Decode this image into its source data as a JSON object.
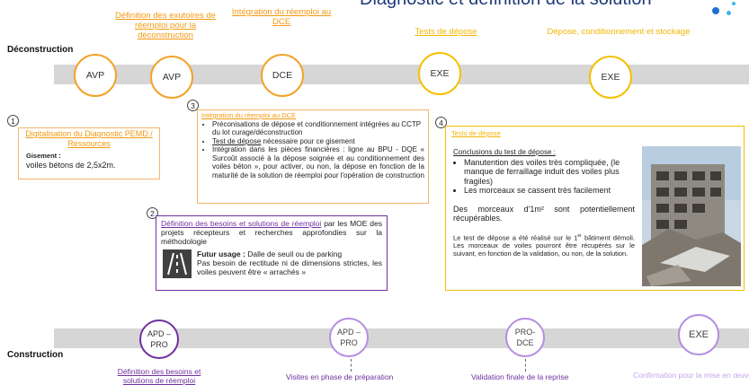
{
  "page": {
    "title": "Diagnostic et définition de la solution",
    "colors": {
      "orange": "#f29a10",
      "yellow": "#f5c000",
      "purple": "#7030a0",
      "band": "#d6d6d6"
    }
  },
  "rows": {
    "deconstruction": "Déconstruction",
    "construction": "Construction"
  },
  "top": {
    "milestones": [
      {
        "label": "AVP"
      },
      {
        "label": "AVP"
      },
      {
        "label": "DCE"
      },
      {
        "label": "EXE"
      },
      {
        "label": "EXE"
      }
    ],
    "captions": {
      "exutoires": "Définition des exutoires de réemploi pour la déconstruction",
      "integration": "Intégration du réemploi au DCE",
      "tests": "Tests de dépose",
      "depose": "Dépose, conditionnement et stockage"
    }
  },
  "bottom": {
    "milestones": [
      {
        "label": "APD – PRO"
      },
      {
        "label": "APD – PRO"
      },
      {
        "label": "PRO- DCE"
      },
      {
        "label": "EXE"
      }
    ],
    "captions": {
      "besoins": "Définition des besoins et solutions de réemploi",
      "visites": "Visites en phase de préparation",
      "validation": "Validation finale de la reprise",
      "confirmation": "Confirmation pour la mise en œuvre"
    }
  },
  "callouts": {
    "c1": {
      "number": "1",
      "title": "Digitalisation du Diagnostic PEMD / Ressources",
      "gisement_label": "Gisement :",
      "gisement_value": "voiles bétons de 2,5x2m."
    },
    "c2": {
      "number": "2",
      "link": "Définition des besoins et solutions de réemploi",
      "text": " par les MOE des projets récepteurs et recherches approfondies sur la méthodologie",
      "futur_label": "Futur usage :",
      "futur_value": " Dalle de seuil ou de parking",
      "detail": "Pas besoin de rectitude ni de dimensions strictes, les voiles peuvent être « arrachés »"
    },
    "c3": {
      "number": "3",
      "title": "Intégration du réemploi au DCE",
      "b1": "Préconisations de dépose et conditionnement intégrées au CCTP du lot curage/déconstruction",
      "b2_u": "Test de dépose",
      "b2": " nécessaire pour ce gisement",
      "b3": "Intégration dans les pièces financières : ligne au BPU - DQE « Surcoût associé à la dépose soignée et au conditionnement des voiles béton », pour activer, ou non, la dépose en fonction de la maturité de la solution de réemploi pour l'opération de construction"
    },
    "c4": {
      "number": "4",
      "title": "Tests de dépose",
      "concl": "Conclusions du test de dépose :",
      "b1": "Manutention des voiles très compliquée, (le manque de ferraillage induit des voiles plus fragiles)",
      "b2": "Les morceaux se cassent très facilement",
      "p1": "Des morceaux d'1m² sont potentiellement récupérables.",
      "p2a": "Le test de dépose a été réalisé sur le 1",
      "p2sup": "er",
      "p2b": " bâtiment démoli. Les morceaux de voiles pourront être récupérés sur le suivant, en fonction de la validation, ou non, de la solution."
    }
  }
}
